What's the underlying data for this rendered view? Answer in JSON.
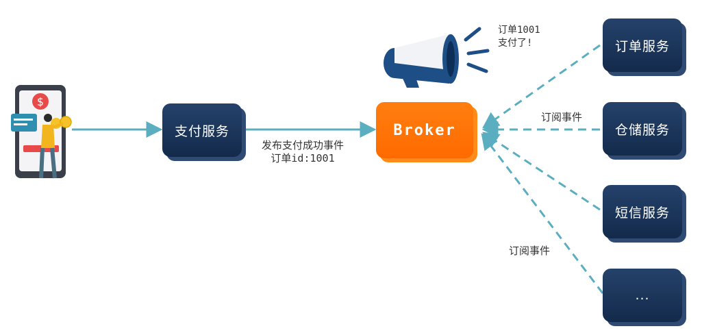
{
  "nodes": {
    "pay": "支付服务",
    "broker": "Broker",
    "order": "订单服务",
    "storage": "仓储服务",
    "sms": "短信服务",
    "more": "..."
  },
  "labels": {
    "publish_line1": "发布支付成功事件",
    "publish_line2": "订单id:1001",
    "subscribe_top": "订阅事件",
    "subscribe_bottom": "订阅事件",
    "announce_line1": "订单1001",
    "announce_line2": "支付了!"
  },
  "icons": {
    "user": "phone-payment-user-icon",
    "megaphone": "megaphone-icon"
  },
  "colors": {
    "service_dark": "#1c355c",
    "broker_orange": "#ff6a00",
    "arrow_teal": "#5aaec0"
  }
}
